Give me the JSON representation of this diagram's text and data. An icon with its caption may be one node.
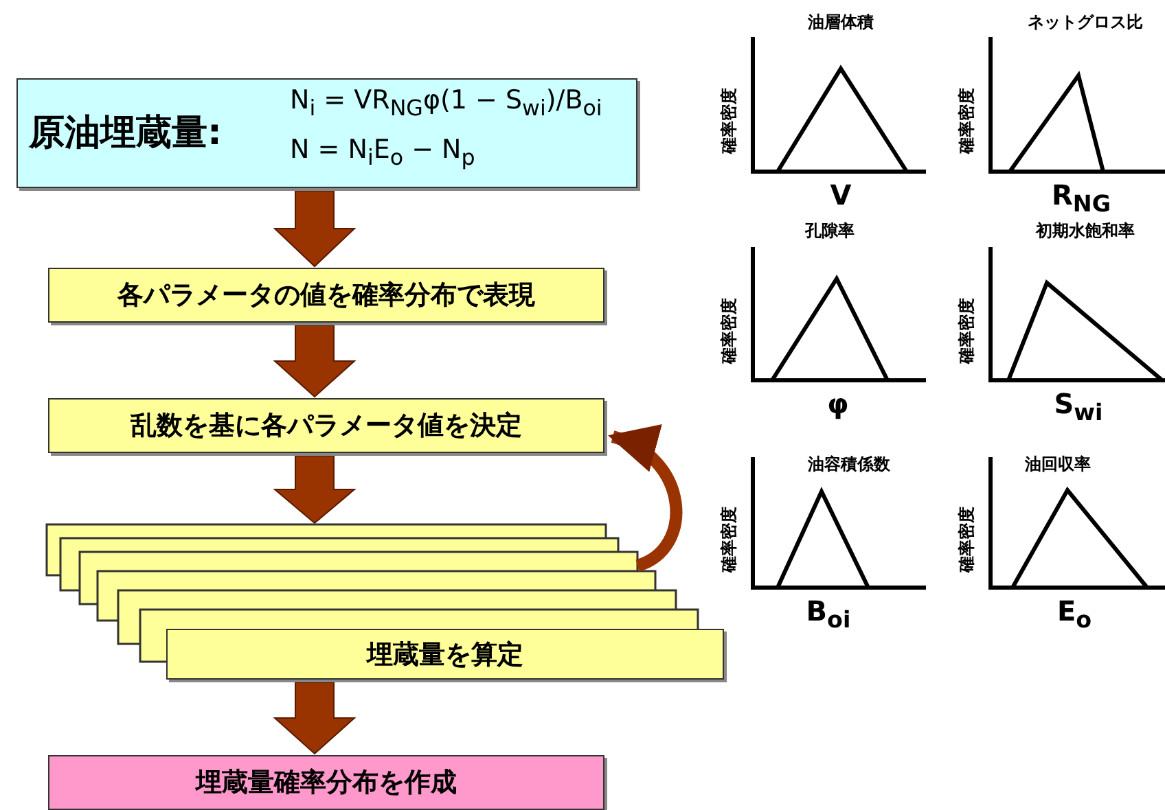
{
  "diagram": {
    "nodes": [
      {
        "text": [
          "原油埋蔵量:",
          "N$_{i}$ = VR$_{NG}$φ(1 − S$_{wi}$)/B$_{oi}$",
          "N = N$_{i}$E$_{o}$ − N$_{p}$"
        ]
      },
      {
        "text": [
          "各パラメータの値を確率分布で表現"
        ]
      },
      {
        "text": [
          "乱数を基に各パラメータ値を決定"
        ]
      },
      {
        "text": [
          "埋蔵量を算定"
        ]
      },
      {
        "text": [
          "埋蔵量確率分布を作成"
        ]
      }
    ],
    "edges": [
      {
        "from": 0,
        "to": 1,
        "arrow": "to"
      },
      {
        "from": 1,
        "to": 2,
        "arrow": "to"
      },
      {
        "from": 2,
        "to": 3,
        "arrow": "to"
      },
      {
        "from": 3,
        "to": 4,
        "arrow": "to"
      },
      {
        "from": 3,
        "to": 2,
        "arrow": "to"
      }
    ],
    "labels": [
      "油層体積",
      "確率密度",
      "V",
      "ネットグロス比",
      "確率密度",
      "R$_{NG}$",
      "孔隙率",
      "確率密度",
      "φ",
      "初期水飽和率",
      "確率密度",
      "S$_{wi}$",
      "油容積係数",
      "確率密度",
      "B$_{oi}$",
      "油回収率",
      "確率密度",
      "E$_{o}$"
    ]
  }
}
